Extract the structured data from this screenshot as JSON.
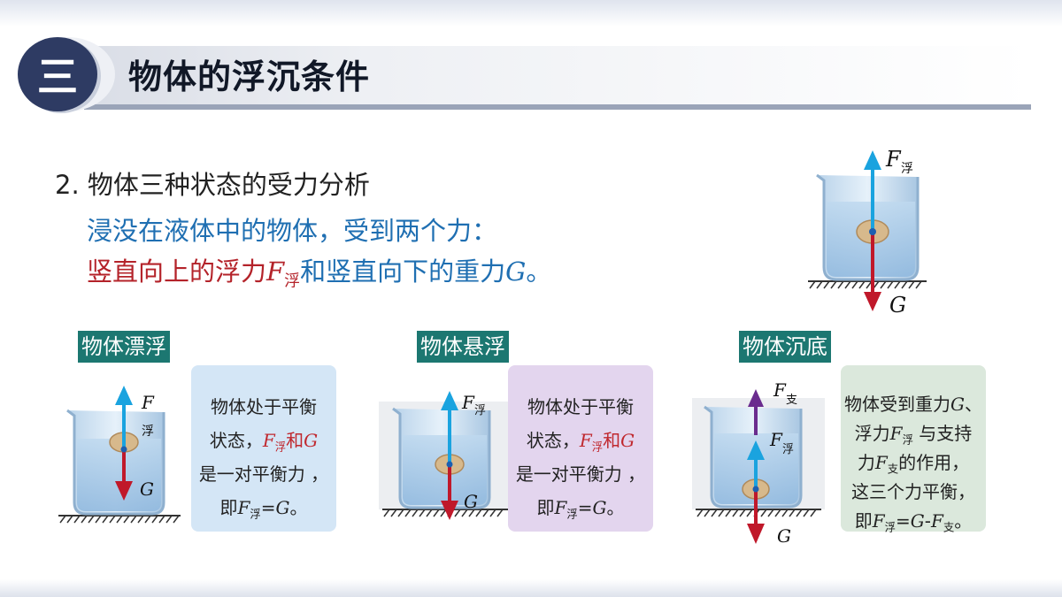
{
  "title": {
    "number": "三",
    "text": "物体的浮沉条件"
  },
  "intro": {
    "heading": "2. 物体三种状态的受力分析",
    "line1": "浸没在液体中的物体，受到两个力：",
    "line2_part1": "竖直向上的浮力",
    "force_F": "F",
    "sub_buoyancy": "浮",
    "line2_part2": "和",
    "line2_part3": "竖直向下的重力",
    "force_G": "G",
    "line2_end": "。"
  },
  "top_figure": {
    "label_F": "F",
    "label_F_sub": "浮",
    "label_G": "G"
  },
  "states": [
    {
      "label": "物体漂浮",
      "figure": {
        "label_F": "F",
        "label_F_sub": "浮",
        "label_G": "G"
      },
      "box": {
        "color": "#d4e6f6",
        "line1": "物体处于平衡",
        "line2a": "状态，",
        "line2F": "F",
        "line2sub": "浮",
        "line2and": "和",
        "line2G": "G",
        "line3": "是一对平衡力 ，",
        "line4a": "即",
        "line4F": "F",
        "line4sub": "浮",
        "line4eq": "=",
        "line4G": "G",
        "line4end": "。"
      }
    },
    {
      "label": "物体悬浮",
      "figure": {
        "label_F": "F",
        "label_F_sub": "浮",
        "label_G": "G"
      },
      "box": {
        "color": "#e3d5ee",
        "line1": "物体处于平衡",
        "line2a": "状态，",
        "line2F": "F",
        "line2sub": "浮",
        "line2and": "和",
        "line2G": "G",
        "line3": "是一对平衡力 ，",
        "line4a": "即",
        "line4F": "F",
        "line4sub": "浮",
        "line4eq": "=",
        "line4G": "G",
        "line4end": "。"
      }
    },
    {
      "label": "物体沉底",
      "figure": {
        "label_N": "F",
        "label_N_sub": "支",
        "label_F": "F",
        "label_F_sub": "浮",
        "label_G": "G"
      },
      "box": {
        "color": "#dbe8dc",
        "line1a": "物体受到重力",
        "line1G": "G",
        "line1end": "、",
        "line2a": "浮力",
        "line2F": "F",
        "line2sub": "浮",
        "line2b": " 与支持",
        "line3a": "力",
        "line3F": "F",
        "line3sub": "支",
        "line3b": "的作用，",
        "line4": "这三个力平衡，",
        "line5a": "即",
        "line5F": "F",
        "line5sub": "浮",
        "line5eq": "=",
        "line5G": "G",
        "line5minus": "-",
        "line5F2": "F",
        "line5sub2": "支",
        "line5end": "。"
      }
    }
  ],
  "colors": {
    "title_circle": "#2e3b63",
    "label_bg": "#1c7771",
    "buoyancy_arrow": "#1aa3df",
    "gravity_arrow": "#c0182a",
    "support_arrow": "#6a2c8e",
    "text_blue": "#1f6fb2",
    "text_red": "#b4232a"
  }
}
